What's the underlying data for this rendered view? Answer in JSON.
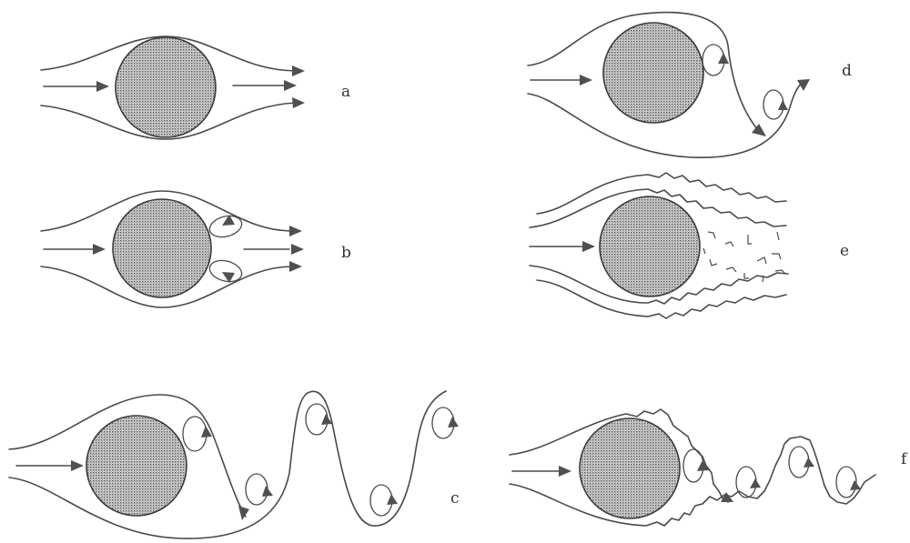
{
  "figure": {
    "panels": [
      {
        "id": "a",
        "label": "a"
      },
      {
        "id": "b",
        "label": "b"
      },
      {
        "id": "c",
        "label": "c"
      },
      {
        "id": "d",
        "label": "d"
      },
      {
        "id": "e",
        "label": "e"
      },
      {
        "id": "f",
        "label": "f"
      }
    ]
  }
}
